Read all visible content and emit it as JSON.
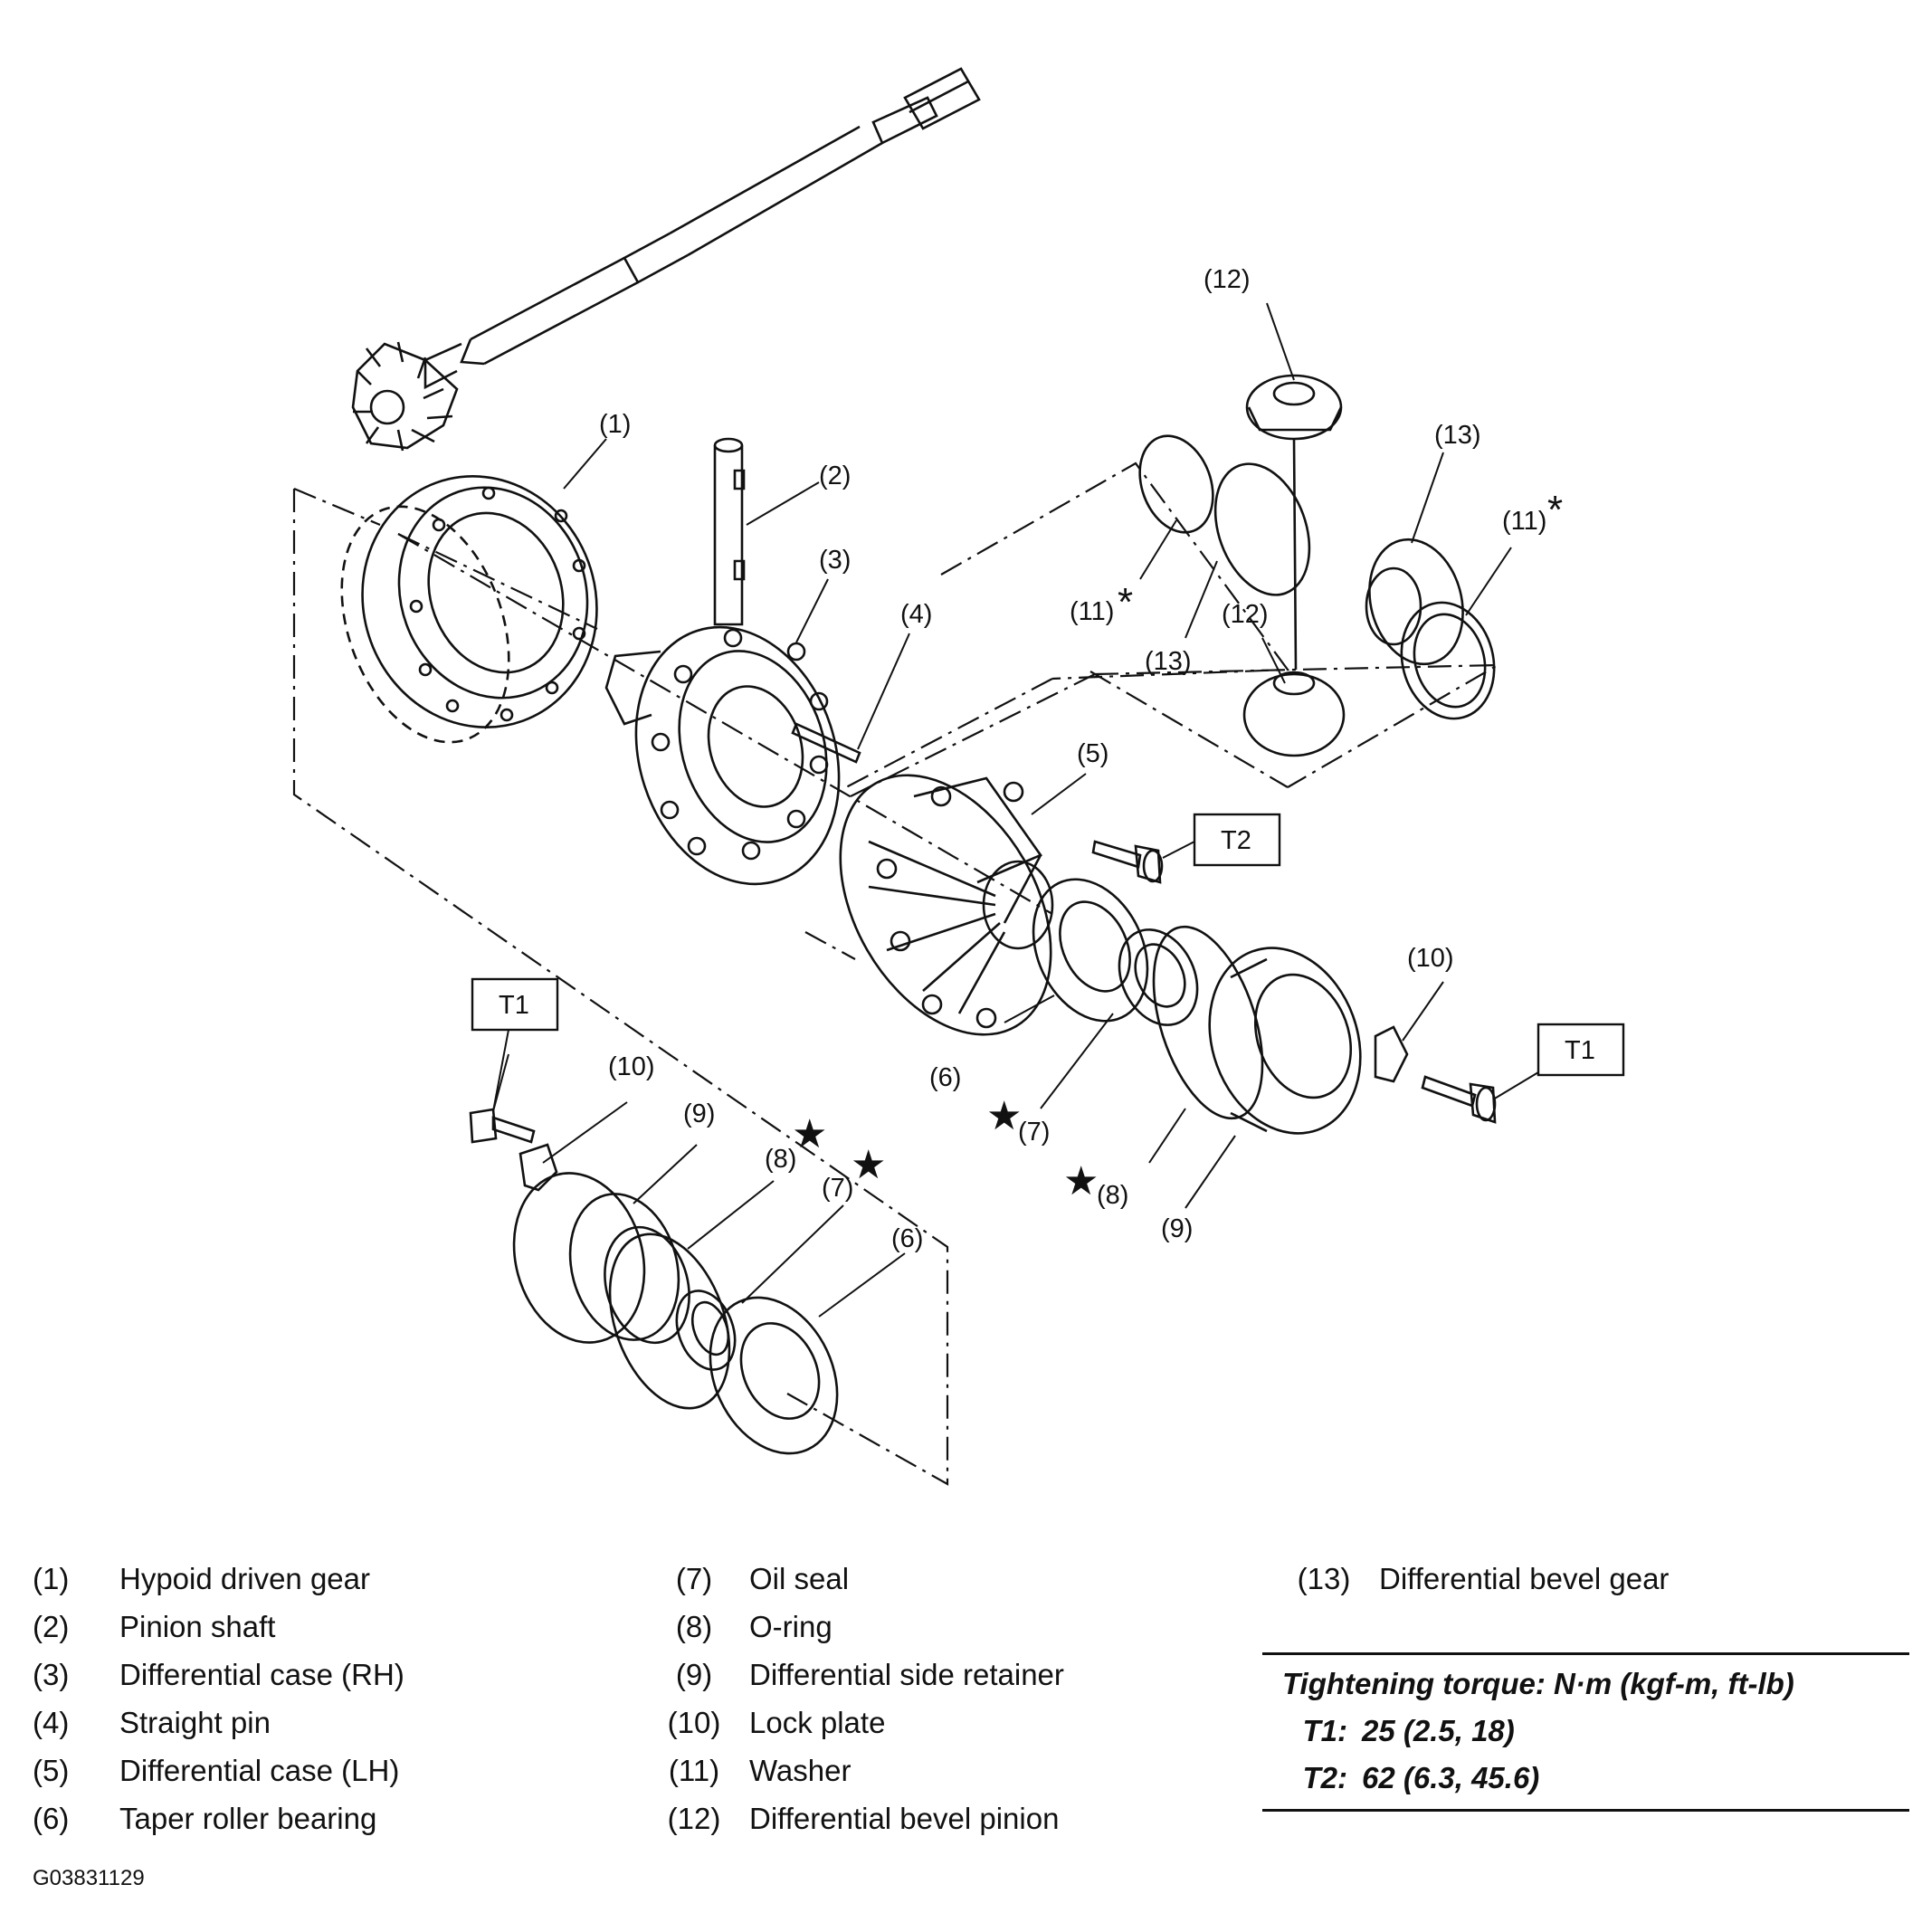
{
  "callouts": {
    "c1": "(1)",
    "c2": "(2)",
    "c3": "(3)",
    "c4": "(4)",
    "c5": "(5)",
    "c6a": "(6)",
    "c6b": "(6)",
    "c7a": "(7)",
    "c7b": "(7)",
    "c8a": "(8)",
    "c8b": "(8)",
    "c9a": "(9)",
    "c9b": "(9)",
    "c10a": "(10)",
    "c10b": "(10)",
    "c11a": "(11)",
    "c11b": "(11)",
    "c12a": "(12)",
    "c12b": "(12)",
    "c13a": "(13)",
    "c13b": "(13)",
    "star": "★",
    "asterisk": "*"
  },
  "torque_tags": {
    "t1": "T1",
    "t2": "T2"
  },
  "legend": [
    {
      "num": "(1)",
      "name": "Hypoid driven gear"
    },
    {
      "num": "(2)",
      "name": "Pinion shaft"
    },
    {
      "num": "(3)",
      "name": "Differential case (RH)"
    },
    {
      "num": "(4)",
      "name": "Straight pin"
    },
    {
      "num": "(5)",
      "name": "Differential case (LH)"
    },
    {
      "num": "(6)",
      "name": "Taper roller bearing"
    },
    {
      "num": "(7)",
      "name": "Oil seal"
    },
    {
      "num": "(8)",
      "name": "O-ring"
    },
    {
      "num": "(9)",
      "name": "Differential side retainer"
    },
    {
      "num": "(10)",
      "name": "Lock plate"
    },
    {
      "num": "(11)",
      "name": "Washer"
    },
    {
      "num": "(12)",
      "name": "Differential bevel pinion"
    },
    {
      "num": "(13)",
      "name": "Differential bevel gear"
    }
  ],
  "torque": {
    "title": "Tightening torque: N·m (kgf-m, ft-lb)",
    "rows": [
      {
        "key": "T1:",
        "value": "25 (2.5, 18)"
      },
      {
        "key": "T2:",
        "value": "62 (6.3, 45.6)"
      }
    ]
  },
  "figure_id": "G03831129"
}
